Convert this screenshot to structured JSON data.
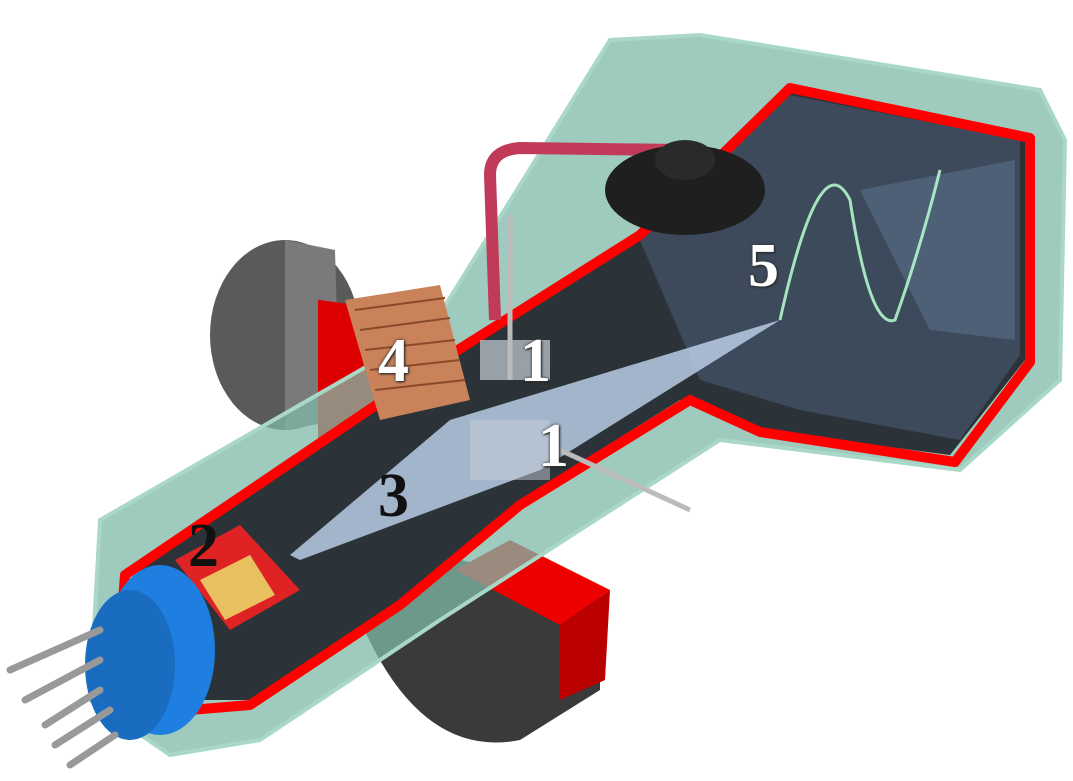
{
  "diagram": {
    "labels": {
      "deflection_plate_vertical": "1",
      "deflection_plate_horizontal": "1",
      "electron_gun": "2",
      "electron_beam": "3",
      "focusing_coil": "4",
      "screen": "5"
    },
    "colors": {
      "glass": "#7fb9a8",
      "outline": "#ff0000",
      "interior": "#2c3338",
      "screen": "#3d4a5c",
      "beam": "#b8cce4",
      "base": "#1e7fe0",
      "coil": "#c9825a"
    }
  }
}
